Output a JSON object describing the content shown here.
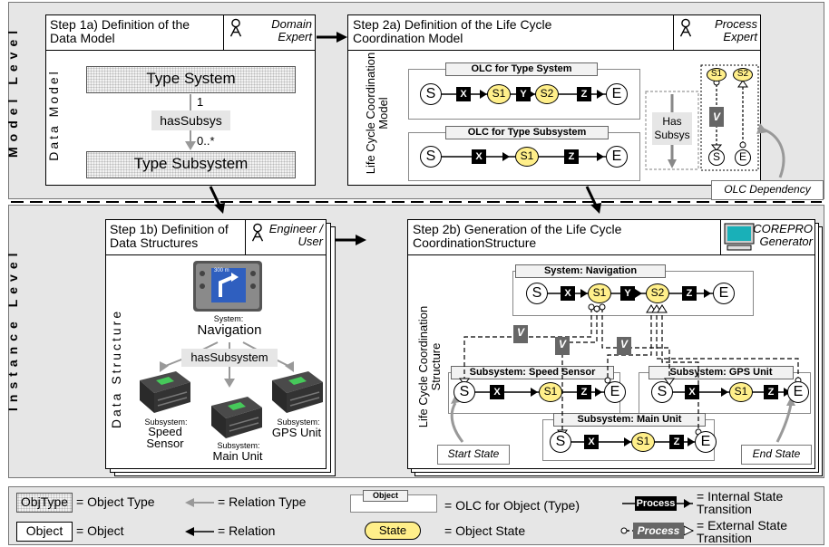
{
  "levels": {
    "model": "Model Level",
    "instance": "Instance Level"
  },
  "step1a": {
    "title": "Step 1a) Definition of the Data Model",
    "role": "Domain Expert",
    "side_label": "Data Model",
    "type_system": "Type System",
    "type_subsystem": "Type Subsystem",
    "relation": "hasSubsys",
    "card_top": "1",
    "card_bottom": "0..*"
  },
  "step2a": {
    "title": "Step 2a) Definition of the Life Cycle Coordination Model",
    "role": "Process Expert",
    "side_label": "Life Cycle Coordination Model",
    "olc1_title": "OLC for Type System",
    "olc2_title": "OLC for Type Subsystem",
    "has_subsys": "Has Subsys",
    "v": "V",
    "olc_dependency": "OLC Dependency"
  },
  "step1b": {
    "title": "Step 1b) Definition of Data Structures",
    "role": "Engineer / User",
    "side_label": "Data Structure",
    "screen_text": "300 m",
    "system_label": "System:",
    "system_name": "Navigation",
    "relation": "hasSubsystem",
    "sub1_label": "Subsystem:",
    "sub1_name": "Speed Sensor",
    "sub2_label": "Subsystem:",
    "sub2_name": "Main Unit",
    "sub3_label": "Subsystem:",
    "sub3_name": "GPS Unit"
  },
  "step2b": {
    "title": "Step 2b) Generation of the Life Cycle CoordinationStructure",
    "role": "COREPRO Generator",
    "side_label": "Life Cycle Coordination Structure",
    "sys_nav": "System: Navigation",
    "sub_speed": "Subsystem: Speed Sensor",
    "sub_gps": "Subsystem: GPS Unit",
    "sub_main": "Subsystem: Main Unit",
    "v": "V",
    "start_state": "Start State",
    "end_state": "End State"
  },
  "states": {
    "S": "S",
    "E": "E",
    "S1": "S1",
    "S2": "S2",
    "X": "X",
    "Y": "Y",
    "Z": "Z"
  },
  "legend": {
    "objtype_box": "ObjType",
    "objtype_text": "= Object Type",
    "reltype_text": "= Relation Type",
    "olc_box": "Object",
    "olc_text": "= OLC for Object (Type)",
    "internal_box": "Process",
    "internal_text": "= Internal State Transition",
    "object_box": "Object",
    "object_text": "= Object",
    "relation_text": "= Relation",
    "state_box": "State",
    "state_text": "= Object State",
    "external_box": "Process",
    "external_text": "= External State Transition"
  },
  "colors": {
    "band": "#e6e6e6",
    "state_fill": "#ffef8a",
    "grey_arrow": "#8c8c8c"
  }
}
